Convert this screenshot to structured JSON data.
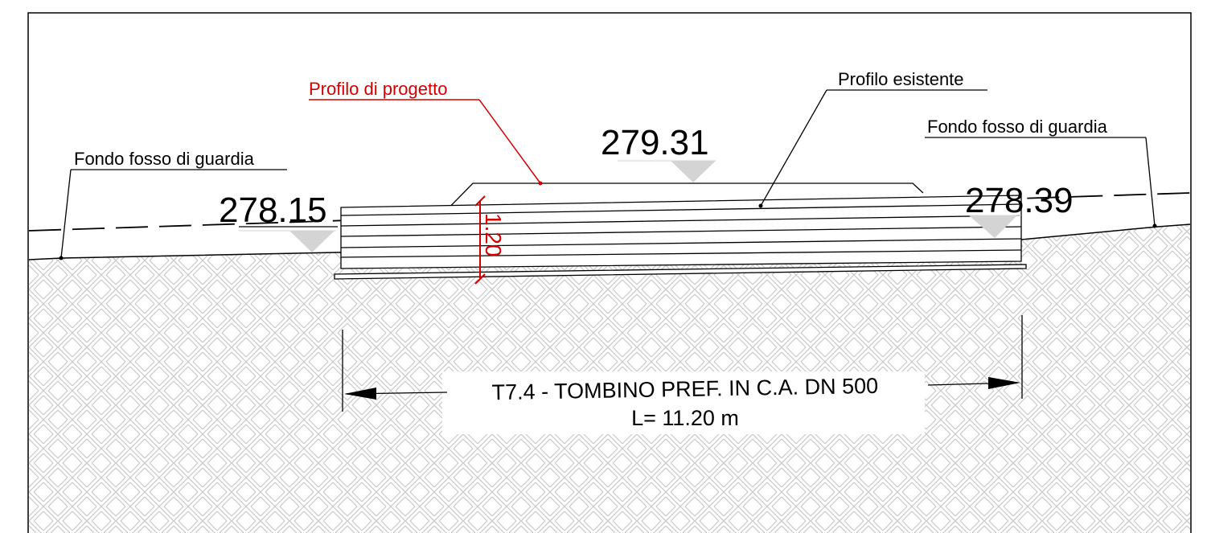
{
  "labels": {
    "profilo_progetto": "Profilo di progetto",
    "profilo_esistente": "Profilo esistente",
    "fondo_fosso_left": "Fondo fosso di guardia",
    "fondo_fosso_right": "Fondo fosso di guardia"
  },
  "elevations": {
    "left": "278.15",
    "center": "279.31",
    "right": "278.39"
  },
  "pipe_height": "1.20",
  "culvert": {
    "title": "T7.4 - TOMBINO PREF. IN C.A. DN 500",
    "length": "L= 11.20 m"
  },
  "colors": {
    "annotation_red": "#d40000",
    "hatch": "#c8c8c8",
    "marker_fill": "#d4d4d4",
    "line": "#000000"
  }
}
